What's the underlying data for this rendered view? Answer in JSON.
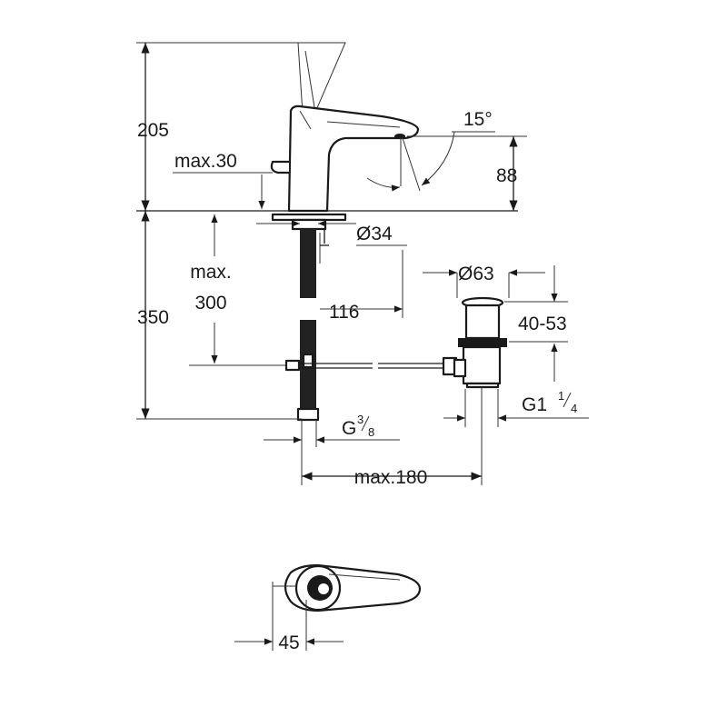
{
  "dimensions": {
    "height_total": "205",
    "lever_max": "max.30",
    "angle": "15°",
    "spout_height": "88",
    "hole_diameter": "Ø34",
    "depth_total": "350",
    "depth_max_line1": "max.",
    "depth_max_line2": "300",
    "spout_reach": "116",
    "waste_diameter": "Ø63",
    "waste_height": "40-53",
    "waste_thread_base": "G1",
    "waste_thread_num": "1",
    "waste_thread_den": "4",
    "hose_thread_base": "G",
    "hose_thread_num": "3",
    "hose_thread_den": "8",
    "rod_max": "max.180",
    "top_view_width": "45"
  }
}
